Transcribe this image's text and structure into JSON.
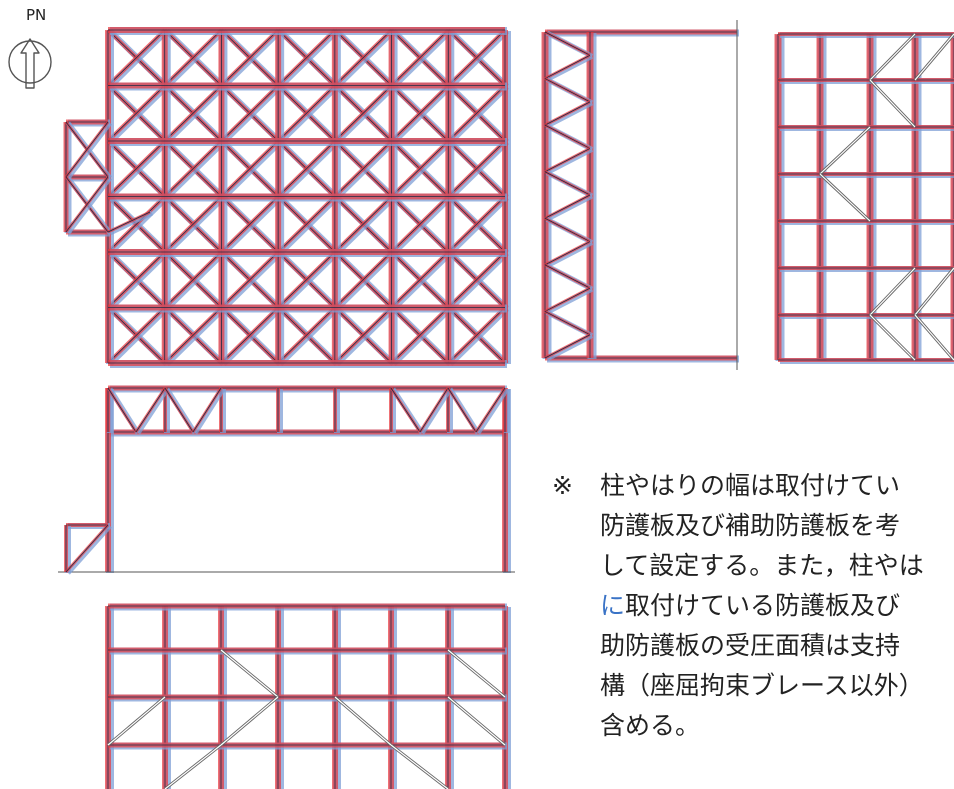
{
  "north_arrow": {
    "label": "PN"
  },
  "note": {
    "mark": "※",
    "lines": [
      "柱やはりの幅は取付けてい",
      "防護板及び補助防護板を考",
      "して設定する。また，柱やは",
      "取付けている防護板及び",
      "助防護板の受圧面積は支持",
      "構（座屈拘束ブレース以外）",
      "含める。"
    ],
    "line4_prefix": "に"
  },
  "colors": {
    "member_blue": "#7f9fd6",
    "member_red": "#e8343a",
    "outline": "#1f2a44",
    "brace_gray": "#666666",
    "note_highlight": "#3a73c6"
  }
}
